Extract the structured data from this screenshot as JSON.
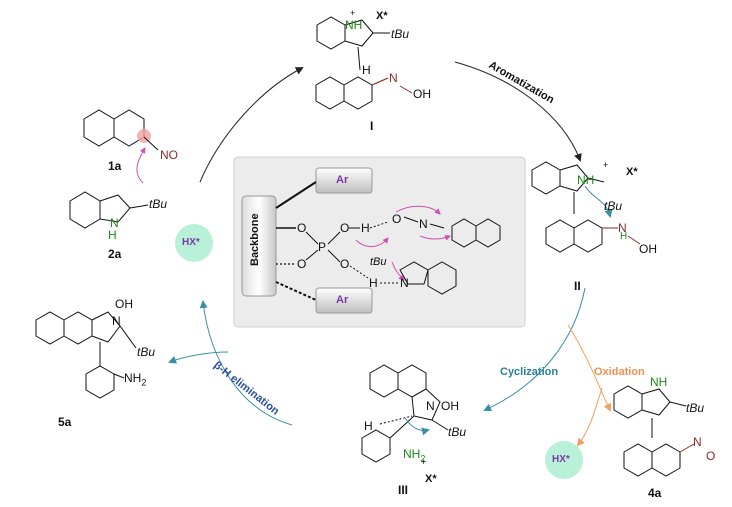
{
  "compounds": {
    "c1a": {
      "label": "1a",
      "group": "NO"
    },
    "c2a": {
      "label": "2a",
      "nh": "H",
      "n": "N",
      "tbu": "tBu"
    },
    "intI": {
      "label": "I",
      "nh": "NH",
      "charge": "+",
      "anion": "X*",
      "tbu": "tBu",
      "h": "H",
      "n": "N",
      "oh": "OH"
    },
    "intII": {
      "label": "II",
      "nh": "NH",
      "charge": "+",
      "anion": "X*",
      "tbu": "tBu",
      "n": "N",
      "oh": "OH",
      "h": "H"
    },
    "intIII": {
      "label": "III",
      "n": "N",
      "oh": "OH",
      "tbu": "tBu",
      "h": "H",
      "nh2": "NH",
      "sub": "2",
      "charge": "+",
      "anion": "X*"
    },
    "c4a": {
      "label": "4a",
      "nh": "NH",
      "tbu": "tBu",
      "n": "N",
      "o": "O"
    },
    "c5a": {
      "label": "5a",
      "n": "N",
      "oh": "OH",
      "tbu": "tBu",
      "nh2": "NH",
      "sub": "2"
    }
  },
  "steps": {
    "aromatization": "Aromatization",
    "cyclization": "Cyclization",
    "oxidation": "Oxidation",
    "elimination": "β-H elimination"
  },
  "catalyst": {
    "hx_left": "HX*",
    "hx_right": "HX*"
  },
  "tpc": {
    "backbone": "Backbone",
    "ar_top": "Ar",
    "ar_bottom": "Ar",
    "o1": "O",
    "o2": "O",
    "o3": "O",
    "o4": "O",
    "p": "P",
    "h1": "H",
    "h2": "H",
    "o_sub": "O",
    "n_sub": "N",
    "n_ind": "N",
    "tbu": "tBu"
  },
  "colors": {
    "nitrogen": "#1a8a1a",
    "oxime": "#8a2a2a",
    "arrow_teal": "#3a8fa8",
    "arrow_orange": "#f0a060",
    "hx_fill": "#b8f0d8",
    "hx_text": "#7b3aa8",
    "pink": "#d04fb0"
  }
}
